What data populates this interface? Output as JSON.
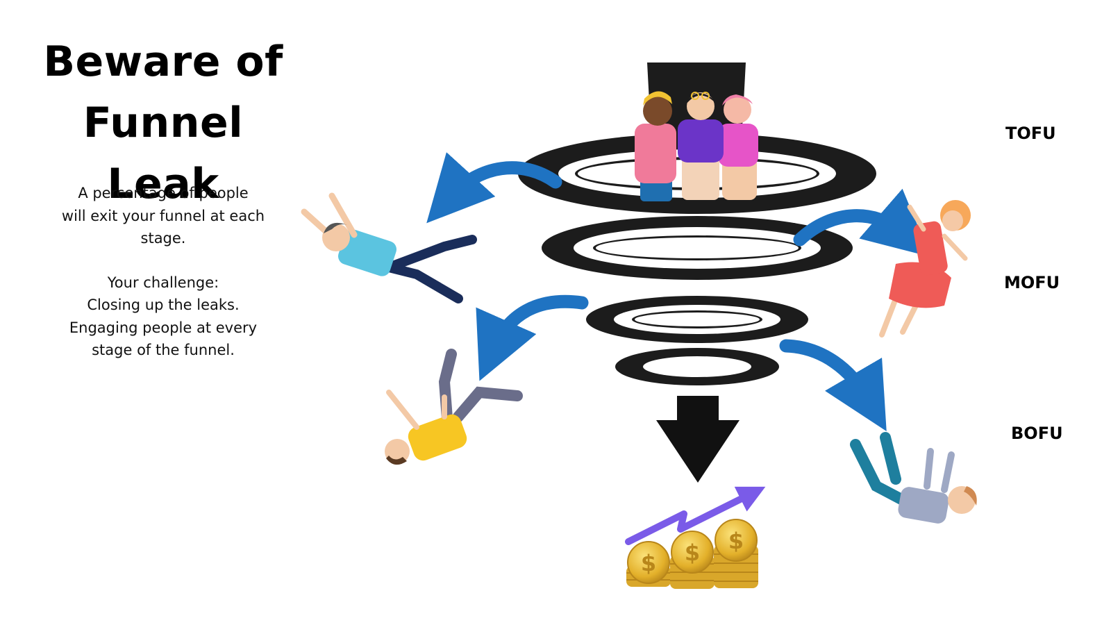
{
  "title": {
    "line1": "Beware of",
    "line2": "Funnel Leak"
  },
  "description": {
    "para1": [
      "A percentage of people",
      "will exit your funnel at each",
      "stage."
    ],
    "para2": [
      "Your challenge:",
      "Closing up the leaks.",
      "Engaging people at every",
      "stage of the funnel."
    ]
  },
  "stages": {
    "tofu": "TOFU",
    "mofu": "MOFU",
    "bofu": "BOFU"
  },
  "colors": {
    "funnel": "#1c1c1c",
    "arrow": "#1f73c2",
    "growth_arrow": "#7a5be8",
    "coin": "#e7b630"
  },
  "icons": [
    "funnel-icon",
    "leak-arrow-icon",
    "falling-person-icon",
    "group-of-people-icon",
    "down-arrow-icon",
    "growth-arrow-icon",
    "coin-stack-icon",
    "dollar-icon"
  ]
}
